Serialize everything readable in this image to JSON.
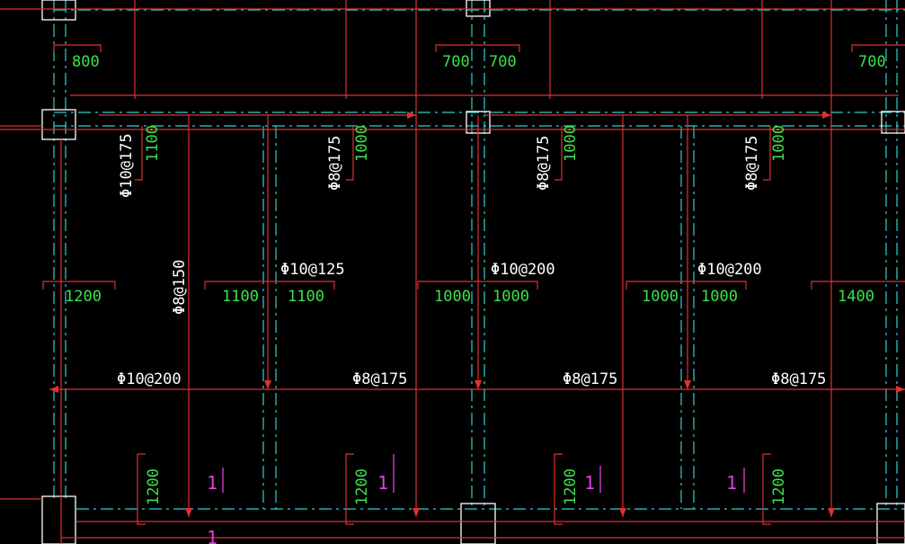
{
  "drawing": {
    "background": "#000000",
    "colors": {
      "rebar_line": "#e03030",
      "beam_outline": "#2fd0d0",
      "column": "#ffffff",
      "dimension_text": "#3ee04a",
      "rebar_text": "#ffffff",
      "section_mark": "#e040e0"
    },
    "top_dims": [
      "800",
      "700",
      "700",
      "700"
    ],
    "vertical_dims": [
      "1100",
      "1000",
      "1000",
      "1000"
    ],
    "vertical_rebar": [
      "Φ10@175",
      "Φ8@175",
      "Φ8@175",
      "Φ8@175"
    ],
    "center_rebar": "Φ8@150",
    "mid_rebar": [
      "Φ10@125",
      "Φ10@200",
      "Φ10@200"
    ],
    "mid_dims": [
      "1200",
      "1100",
      "1100",
      "1000",
      "1000",
      "1000",
      "1000",
      "1400"
    ],
    "bottom_rebar": [
      "Φ10@200",
      "Φ8@175",
      "Φ8@175",
      "Φ8@175"
    ],
    "lower_dims": [
      "1200",
      "1200",
      "1200",
      "1200"
    ],
    "section_marks": [
      "1",
      "1",
      "1",
      "1"
    ]
  }
}
